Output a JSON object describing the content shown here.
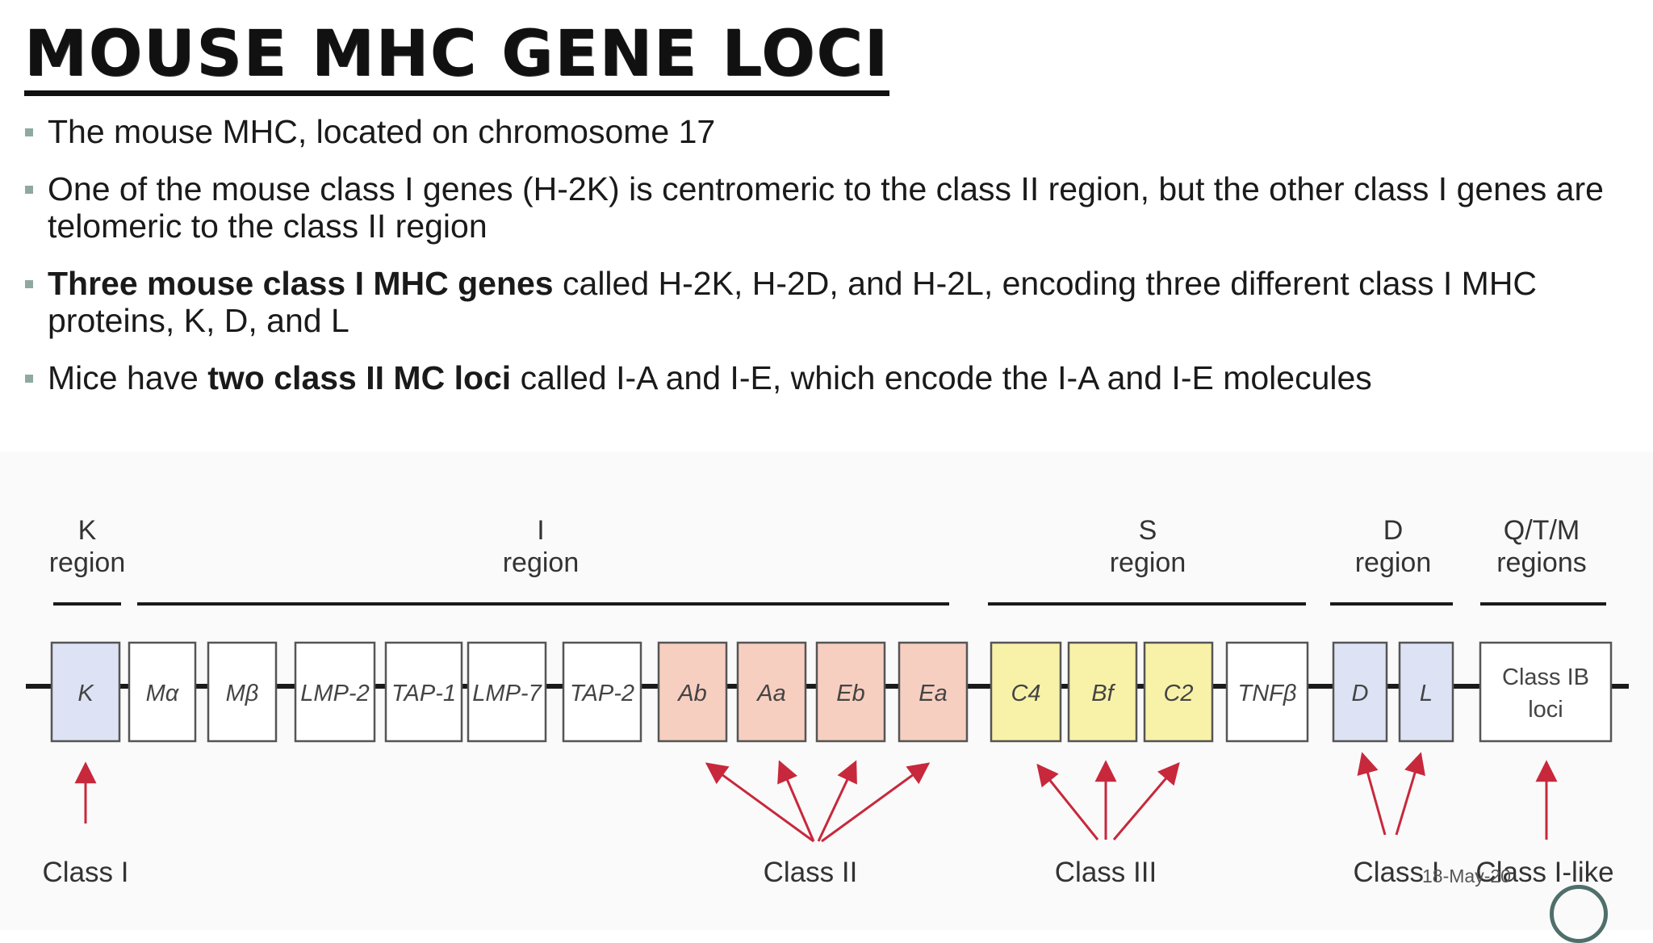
{
  "slide": {
    "title": "MOUSE MHC GENE LOCI",
    "date": "18-May-20"
  },
  "bullets": [
    {
      "parts": [
        {
          "text": "The mouse MHC, located on chromosome 17",
          "bold": false
        }
      ]
    },
    {
      "parts": [
        {
          "text": "One of the mouse class I genes (H-2K) is centromeric to the class II region, but the other class I genes are telomeric to the class II region",
          "bold": false
        }
      ]
    },
    {
      "parts": [
        {
          "text": "Three mouse class I MHC genes",
          "bold": true
        },
        {
          "text": " called H-2K, H-2D, and H-2L, encoding three different class I MHC proteins, K, D, and L",
          "bold": false
        }
      ]
    },
    {
      "parts": [
        {
          "text": "Mice have ",
          "bold": false
        },
        {
          "text": "two class II MC loci",
          "bold": true
        },
        {
          "text": " called I-A and I-E, which encode the I-A and I-E molecules",
          "bold": false
        }
      ]
    }
  ],
  "diagram": {
    "regions": [
      {
        "line1": "K",
        "line2": "region"
      },
      {
        "line1": "I",
        "line2": "region"
      },
      {
        "line1": "S",
        "line2": "region"
      },
      {
        "line1": "D",
        "line2": "region"
      },
      {
        "line1": "Q/T/M",
        "line2": "regions"
      }
    ],
    "genes": [
      {
        "label": "K",
        "category": "class1"
      },
      {
        "label": "Mα",
        "category": "plain"
      },
      {
        "label": "Mβ",
        "category": "plain"
      },
      {
        "label": "LMP-2",
        "category": "plain"
      },
      {
        "label": "TAP-1",
        "category": "plain"
      },
      {
        "label": "LMP-7",
        "category": "plain"
      },
      {
        "label": "TAP-2",
        "category": "plain"
      },
      {
        "label": "Ab",
        "category": "class2"
      },
      {
        "label": "Aa",
        "category": "class2"
      },
      {
        "label": "Eb",
        "category": "class2"
      },
      {
        "label": "Ea",
        "category": "class2"
      },
      {
        "label": "C4",
        "category": "class3"
      },
      {
        "label": "Bf",
        "category": "class3"
      },
      {
        "label": "C2",
        "category": "class3"
      },
      {
        "label": "TNFβ",
        "category": "plain"
      },
      {
        "label": "D",
        "category": "class1"
      },
      {
        "label": "L",
        "category": "class1"
      },
      {
        "label": "Class IB loci",
        "category": "plain"
      }
    ],
    "classes": [
      {
        "label": "Class I"
      },
      {
        "label": "Class II"
      },
      {
        "label": "Class III"
      },
      {
        "label": "Class I"
      },
      {
        "label": "Class I-like"
      }
    ],
    "colors": {
      "class1": "#dde3f4",
      "class2": "#f7cfc0",
      "class3": "#f8f2a8",
      "plain": "#ffffff",
      "arrow": "#c8283c",
      "chromosome": "#1a1a1a"
    }
  }
}
